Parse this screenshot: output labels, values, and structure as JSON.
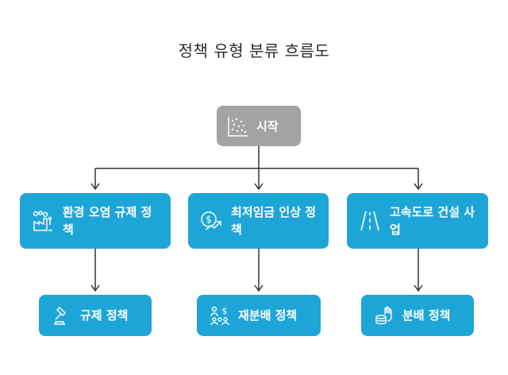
{
  "title": "정책 유형 분류 흐름도",
  "colors": {
    "start": "#a3a3a3",
    "node": "#1ea5d8",
    "edge": "#333333"
  },
  "nodes": {
    "start": {
      "label": "시작",
      "icon": "scatter-chart-icon"
    },
    "environment": {
      "label": "환경 오염 규제 정책",
      "icon": "factory-pollution-icon"
    },
    "minimum_wage": {
      "label": "최저임금 인상 정책",
      "icon": "money-growth-icon"
    },
    "highway": {
      "label": "고속도로 건설 사업",
      "icon": "road-icon"
    },
    "regulation": {
      "label": "규제 정책",
      "icon": "gavel-icon"
    },
    "redistribution": {
      "label": "재분배 정책",
      "icon": "people-money-icon"
    },
    "distribution": {
      "label": "분배 정책",
      "icon": "hand-coins-icon"
    }
  }
}
